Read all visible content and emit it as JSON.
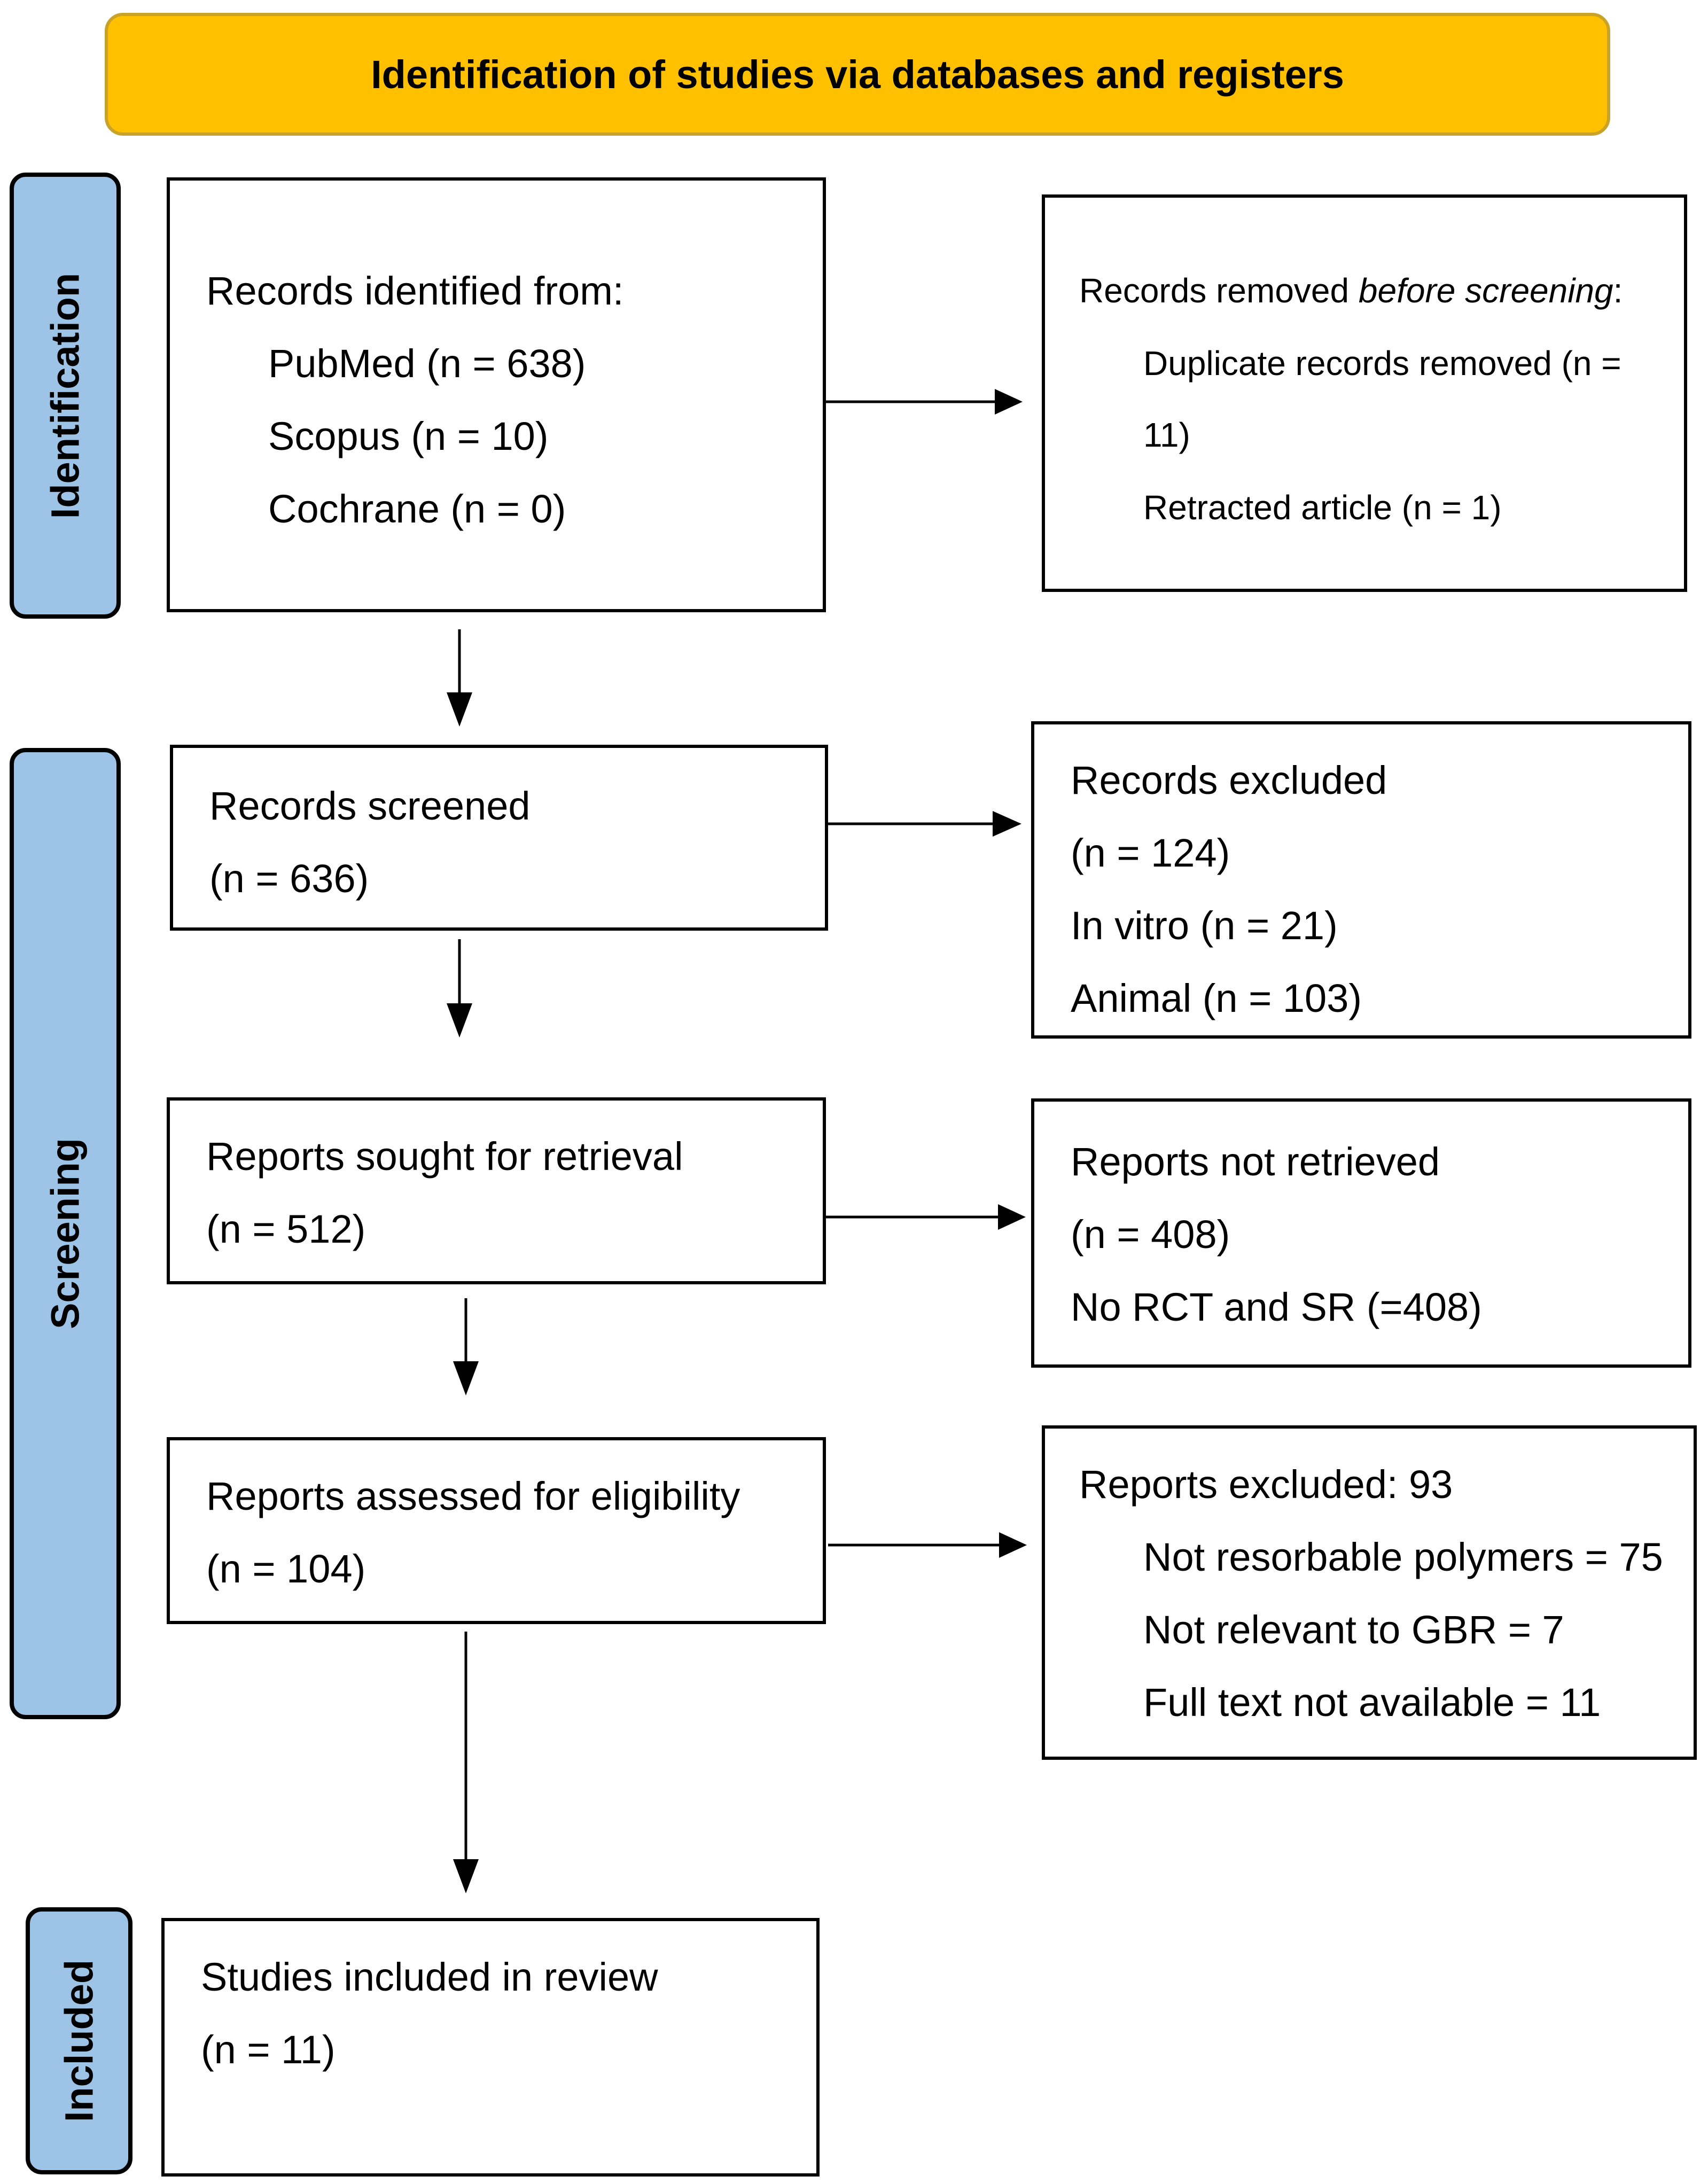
{
  "header": {
    "title": "Identification of studies via databases and registers"
  },
  "phases": {
    "identification": "Identification",
    "screening": "Screening",
    "included": "Included"
  },
  "identified": {
    "title": "Records identified from:",
    "items": [
      "PubMed (n = 638)",
      "Scopus (n = 10)",
      "Cochrane (n = 0)"
    ]
  },
  "removed": {
    "title_pre": "Records removed ",
    "title_em": "before screening",
    "title_post": ":",
    "items": [
      "Duplicate records removed (n =",
      "11)",
      "Retracted article (n = 1)"
    ]
  },
  "screened": {
    "title": "Records screened",
    "count": "(n = 636)"
  },
  "excluded": {
    "title": "Records excluded",
    "count": "(n = 124)",
    "items": [
      "In vitro (n = 21)",
      "Animal (n = 103)"
    ]
  },
  "sought": {
    "title": "Reports sought for retrieval",
    "count": "(n = 512)"
  },
  "not_retrieved": {
    "title": "Reports not retrieved",
    "count": "(n = 408)",
    "items": [
      "No RCT and SR (=408)"
    ]
  },
  "assessed": {
    "title": "Reports assessed for eligibility",
    "count": "(n = 104)"
  },
  "reports_excluded": {
    "title": "Reports excluded: 93",
    "items": [
      "Not resorbable polymers = 75",
      "Not relevant to GBR = 7",
      "Full text not available = 11"
    ]
  },
  "included": {
    "title": "Studies included in review",
    "count": "(n = 11)"
  },
  "colors": {
    "header_fill": "#ffc000",
    "phase_fill": "#9dc3e6"
  }
}
